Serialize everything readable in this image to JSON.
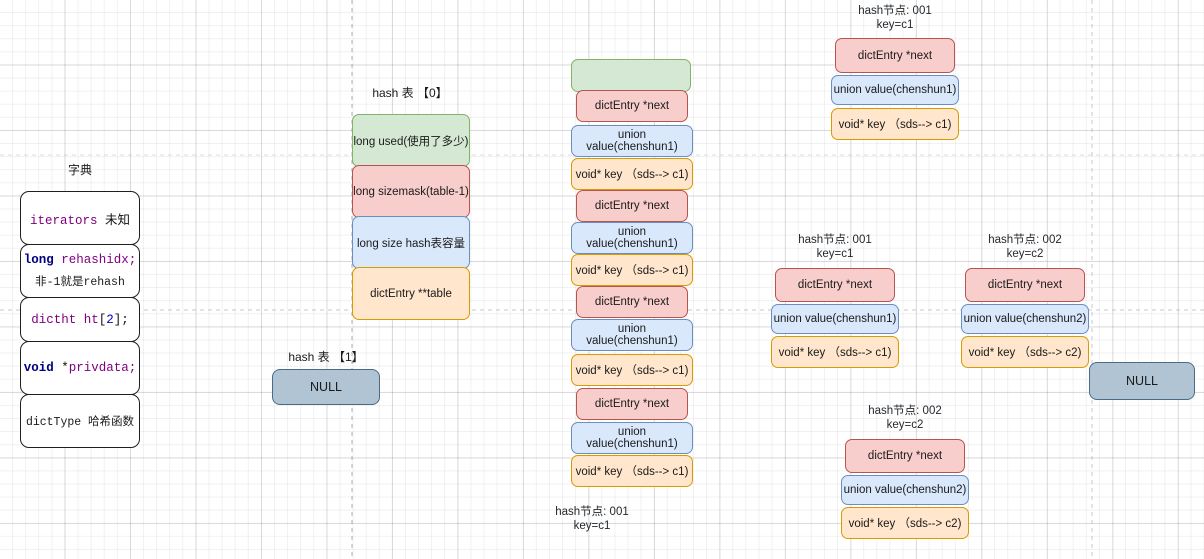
{
  "diagram": {
    "title_dict": "字典",
    "title_ht0": "hash 表 【0】",
    "title_ht1": "hash 表 【1】"
  },
  "dict_struct": {
    "rows": [
      {
        "name": "iterators-row",
        "line1": "iterators 未知",
        "line2": ""
      },
      {
        "name": "rehashidx-row",
        "line1": "long rehashidx;",
        "line2": "非-1就是rehash"
      },
      {
        "name": "ht-row",
        "line1": "dictht ht[2];",
        "line2": ""
      },
      {
        "name": "privdata-row",
        "line1": "void *privdata;",
        "line2": ""
      },
      {
        "name": "dicttype-row",
        "line1": "dictType 哈希函数",
        "line2": ""
      }
    ]
  },
  "hashtable0": {
    "fields": [
      {
        "label": "long used(使用了多少)",
        "color": "green"
      },
      {
        "label": "long sizemask(table-1)",
        "color": "red"
      },
      {
        "label": "long size hash表容量",
        "color": "blue"
      },
      {
        "label": "dictEntry **table",
        "color": "orange"
      }
    ]
  },
  "hashtable1": {
    "label": "NULL"
  },
  "bucket_column": {
    "header_label": "",
    "groups": [
      {
        "next": "dictEntry *next",
        "value": "union value(chenshun1)",
        "key": "void* key （sds--> c1)"
      },
      {
        "next": "dictEntry *next",
        "value": "union value(chenshun1)",
        "key": "void* key （sds--> c1)"
      },
      {
        "next": "dictEntry *next",
        "value": "union value(chenshun1)",
        "key": "void* key （sds--> c1)"
      },
      {
        "next": "dictEntry *next",
        "value": "union value(chenshun1)",
        "key": "void* key （sds--> c1)"
      }
    ],
    "caption": "hash节点: 001\nkey=c1"
  },
  "nodes": [
    {
      "id": "node-top",
      "caption": "hash节点: 001\nkey=c1",
      "next": "dictEntry *next",
      "value": "union value(chenshun1)",
      "key": "void* key （sds--> c1)"
    },
    {
      "id": "node-mid-left",
      "caption": "hash节点: 001\nkey=c1",
      "next": "dictEntry *next",
      "value": "union value(chenshun1)",
      "key": "void* key （sds--> c1)"
    },
    {
      "id": "node-mid-right",
      "caption": "hash节点: 002\nkey=c2",
      "next": "dictEntry *next",
      "value": "union value(chenshun2)",
      "key": "void* key （sds--> c2)"
    },
    {
      "id": "node-bottom",
      "caption": "hash节点: 002\nkey=c2",
      "next": "dictEntry *next",
      "value": "union value(chenshun2)",
      "key": "void* key （sds--> c2)"
    }
  ],
  "null_right": {
    "label": "NULL"
  },
  "colors": {
    "green": "#d5e8d4",
    "green_border": "#82b366",
    "red": "#f8cecc",
    "red_border": "#b85450",
    "blue": "#dae8fc",
    "blue_border": "#6c8ebf",
    "orange": "#ffe6cc",
    "orange_border": "#d79b00",
    "null": "#b0c4d4",
    "null_border": "#4a6b85",
    "edge": "#2d2d2d"
  }
}
